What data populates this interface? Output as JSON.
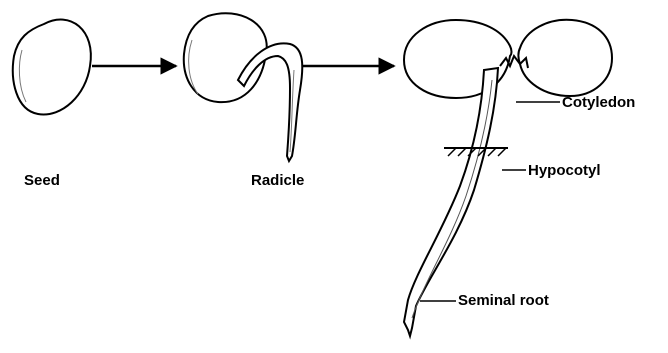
{
  "labels": {
    "seed": "Seed",
    "radicle": "Radicle",
    "cotyledon": "Cotyledon",
    "hypocotyl": "Hypocotyl",
    "seminal_root": "Seminal root"
  }
}
